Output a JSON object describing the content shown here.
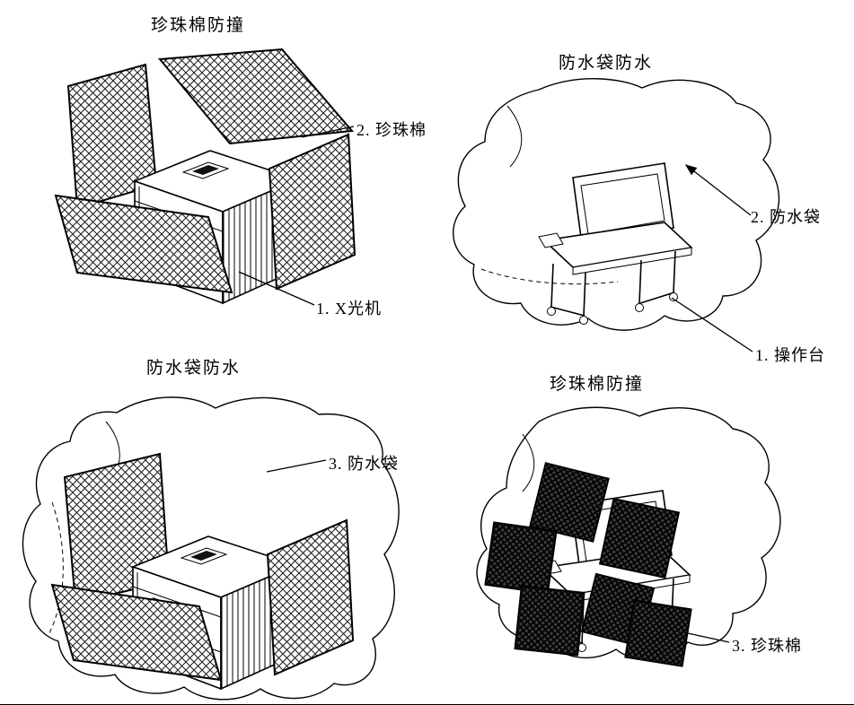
{
  "document": {
    "background": "#ffffff",
    "line_color": "#000000",
    "foam_fill": "crosshatch-light",
    "foam_block_fill": "crosshatch-dark"
  },
  "panels": [
    {
      "id": "xray-foam",
      "title": "珍珠棉防撞",
      "callouts": [
        {
          "label": "2. 珍珠棉"
        },
        {
          "label": "1. X光机"
        }
      ]
    },
    {
      "id": "console-bag",
      "title": "防水袋防水",
      "callouts": [
        {
          "label": "2. 防水袋"
        },
        {
          "label": "1. 操作台"
        }
      ]
    },
    {
      "id": "xray-bag",
      "title": "防水袋防水",
      "callouts": [
        {
          "label": "3. 防水袋"
        }
      ]
    },
    {
      "id": "console-foam",
      "title": "珍珠棉防撞",
      "callouts": [
        {
          "label": "3. 珍珠棉"
        }
      ]
    }
  ]
}
